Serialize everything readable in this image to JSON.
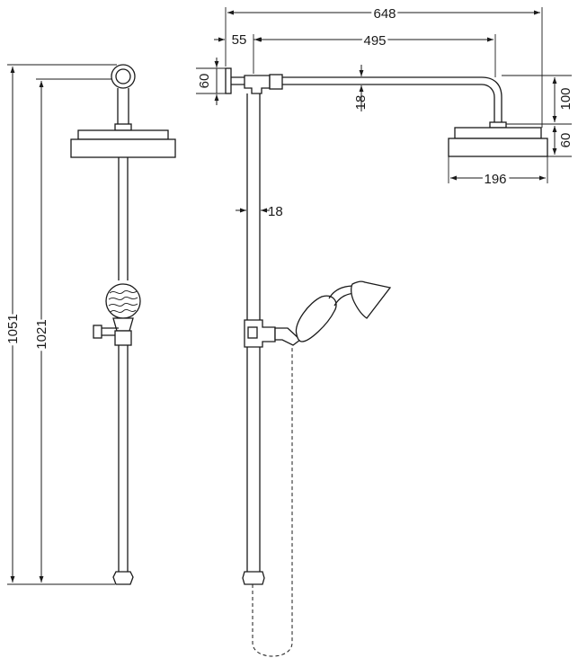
{
  "dimensions": {
    "overall_width": "648",
    "wall_offset": "55",
    "arm_length": "495",
    "arm_height_upper": "60",
    "pipe_diameter_arm": "18",
    "head_drop": "100",
    "head_thickness": "60",
    "head_diameter": "196",
    "riser_diameter": "18",
    "total_height": "1051",
    "riser_height": "1021"
  },
  "colors": {
    "line": "#1a1a1a",
    "background": "#ffffff"
  }
}
